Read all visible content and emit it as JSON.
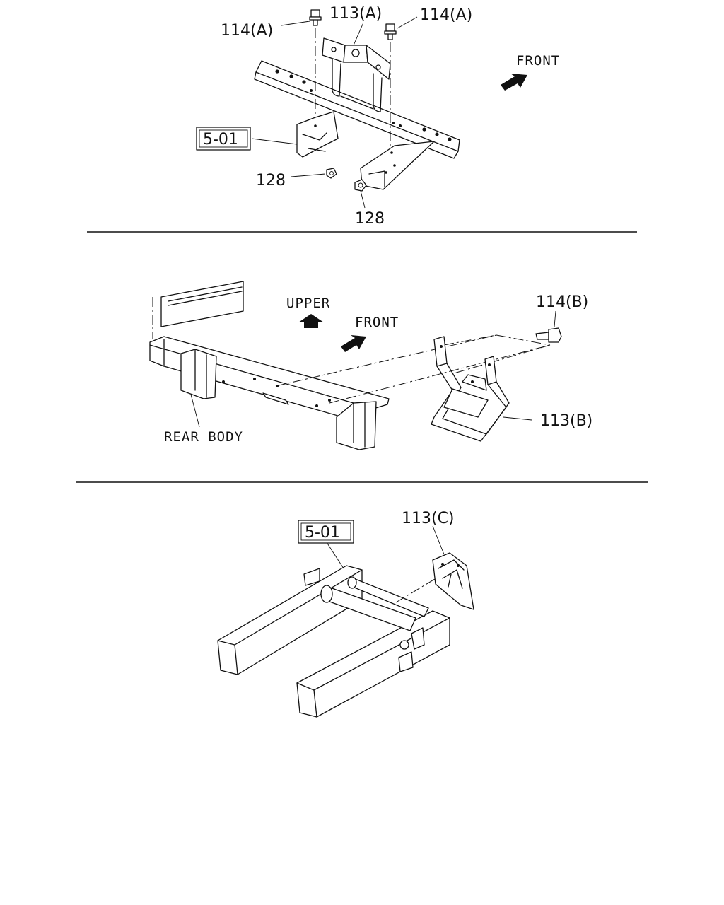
{
  "labels": {
    "top_bolt_left": "114(A)",
    "top_bracket": "113(A)",
    "top_bolt_right": "114(A)",
    "top_front": "FRONT",
    "top_ref": "5-01",
    "top_nut_left": "128",
    "top_nut_bottom": "128",
    "mid_upper": "UPPER",
    "mid_front": "FRONT",
    "mid_bolt": "114(B)",
    "mid_bracket": "113(B)",
    "mid_rear_body": "REAR BODY",
    "bot_ref": "5-01",
    "bot_bracket": "113(C)"
  }
}
